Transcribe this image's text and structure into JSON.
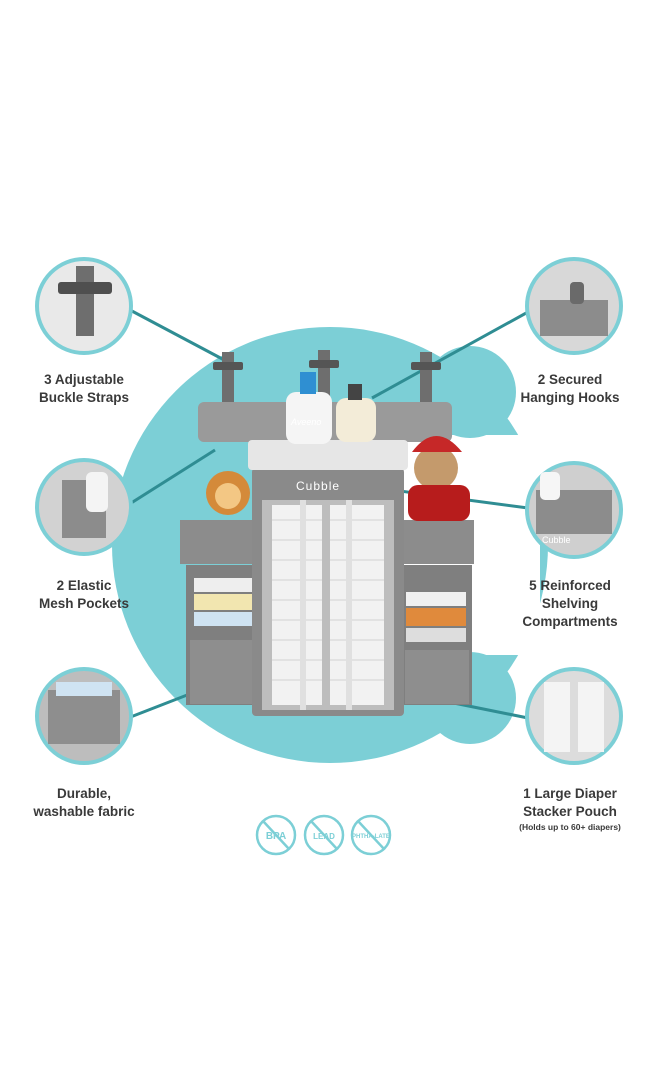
{
  "features": {
    "buckle_straps": {
      "line1": "3 Adjustable",
      "line2": "Buckle Straps"
    },
    "hanging_hooks": {
      "line1": "2 Secured",
      "line2": "Hanging Hooks"
    },
    "mesh_pockets": {
      "line1": "2 Elastic",
      "line2": "Mesh Pockets"
    },
    "shelving": {
      "line1": "5 Reinforced",
      "line2": "Shelving",
      "line3": "Compartments"
    },
    "fabric": {
      "line1": "Durable,",
      "line2": "washable fabric"
    },
    "diaper_pouch": {
      "line1": "1 Large Diaper",
      "line2": "Stacker Pouch",
      "note": "(Holds up to 60+ diapers)"
    }
  },
  "product": {
    "brand": "Cubble",
    "bottle_brand": "Aveeno"
  },
  "badges": [
    {
      "label": "BPA"
    },
    {
      "label": "LEAD"
    },
    {
      "label": "PHTHA-LATE"
    }
  ],
  "colors": {
    "accent": "#7ccfd6",
    "fabric": "#8c8c8c",
    "text": "#3a3a3a"
  }
}
